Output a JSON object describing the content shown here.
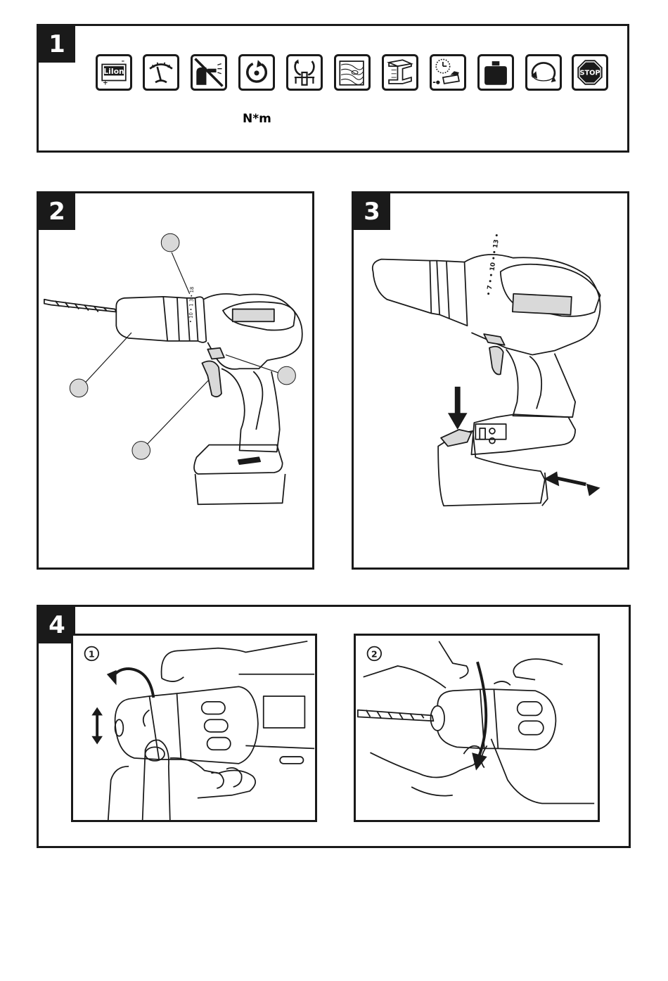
{
  "panels": [
    {
      "number": "1"
    },
    {
      "number": "2"
    },
    {
      "number": "3"
    },
    {
      "number": "4"
    }
  ],
  "panel1": {
    "icons": [
      {
        "name": "lilon-battery-icon",
        "label": "LiIon"
      },
      {
        "name": "speed-gauge-icon"
      },
      {
        "name": "no-dust-icon"
      },
      {
        "name": "rotation-icon"
      },
      {
        "name": "chuck-icon"
      },
      {
        "name": "wood-icon"
      },
      {
        "name": "steel-beam-icon"
      },
      {
        "name": "charging-time-icon"
      },
      {
        "name": "weight-icon"
      },
      {
        "name": "torque-icon"
      },
      {
        "name": "stop-icon",
        "label": "STOP"
      }
    ],
    "unit_label": "N*m"
  },
  "panel2": {
    "scale_marks": "• 10 • 1 3 • 18"
  },
  "panel3": {
    "scale_marks": "• 7 • • 10 • • 13 •"
  },
  "panel4": {
    "steps": [
      {
        "marker": "1"
      },
      {
        "marker": "2"
      }
    ]
  },
  "colors": {
    "ink": "#1a1a1a",
    "paper": "#ffffff",
    "marker_gray": "#d9d9d9"
  }
}
